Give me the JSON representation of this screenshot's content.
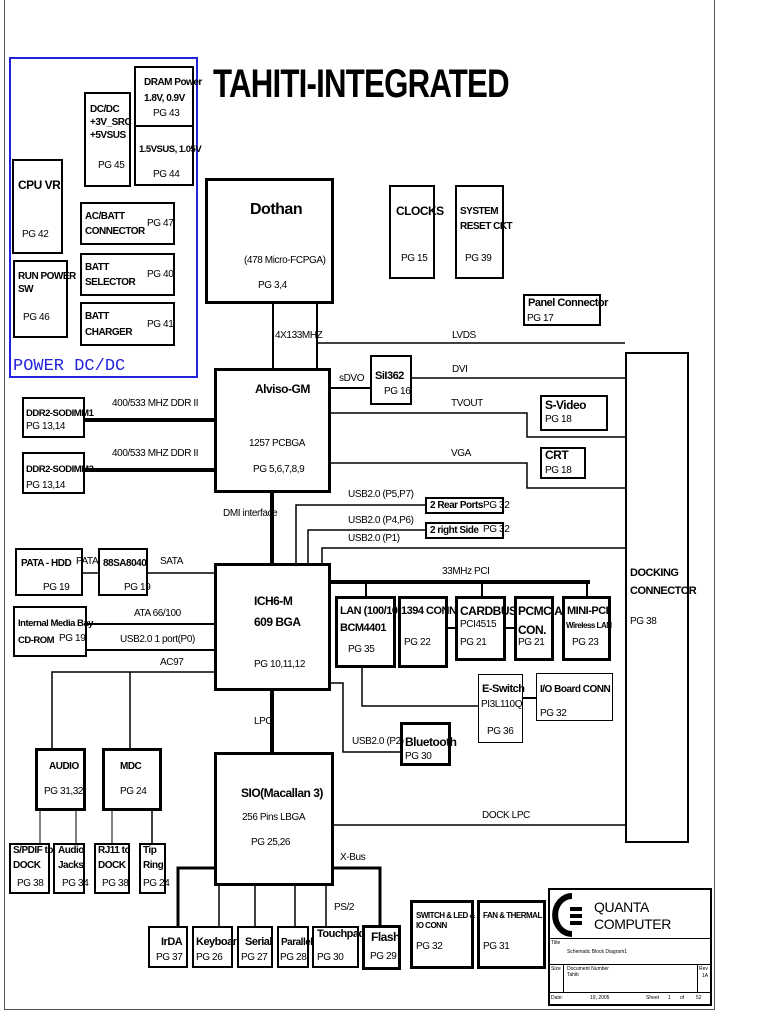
{
  "title": "TAHITI-INTEGRATED",
  "power": {
    "label": "POWER DC/DC",
    "dram": [
      "DRAM Power",
      "1.8V, 0.9V",
      "PG 43"
    ],
    "vsus": [
      "1.5VSUS, 1.05V",
      "PG 44"
    ],
    "dcdc": [
      "DC/DC",
      "+3V_SRC",
      "+5VSUS",
      "PG 45"
    ],
    "cpuvr": [
      "CPU VR",
      "PG 42"
    ],
    "runpower": [
      "RUN POWER",
      "SW",
      "PG 46"
    ],
    "acbatt": [
      "AC/BATT",
      "CONNECTOR",
      "PG 47"
    ],
    "battsel": [
      "BATT",
      "SELECTOR",
      "PG 40"
    ],
    "battchg": [
      "BATT",
      "CHARGER",
      "PG 41"
    ]
  },
  "dothan": [
    "Dothan",
    "(478 Micro-FCPGA)",
    "PG 3,4"
  ],
  "clocks": [
    "CLOCKS",
    "PG 15"
  ],
  "reset": [
    "SYSTEM",
    "RESET CKT",
    "PG 39"
  ],
  "panel": [
    "Panel Connector",
    "PG 17"
  ],
  "alviso": [
    "Alviso-GM",
    "1257 PCBGA",
    "PG 5,6,7,8,9"
  ],
  "sii": [
    "SiI362",
    "PG 16"
  ],
  "svideo": [
    "S-Video",
    "PG 18"
  ],
  "crt": [
    "CRT",
    "PG 18"
  ],
  "ddr1": [
    "DDR2-SODIMM1",
    "PG 13,14"
  ],
  "ddr2": [
    "DDR2-SODIMM2",
    "PG 13,14"
  ],
  "rear": [
    "2 Rear Ports",
    "PG 32"
  ],
  "side": [
    "2 right Side",
    "PG 32"
  ],
  "ich": [
    "ICH6-M",
    "609 BGA",
    "PG 10,11,12"
  ],
  "lan": [
    "LAN (100/10)",
    "BCM4401",
    "PG 35"
  ],
  "c1394": [
    "1394 CONN",
    "PG 22"
  ],
  "cardbus": [
    "CARDBUS",
    "PCI4515",
    "PG 21"
  ],
  "pcmcia": [
    "PCMCIA",
    "CON.",
    "PG 21"
  ],
  "minipci": [
    "MINI-PCI",
    "Wireless LAN",
    "PG 23"
  ],
  "eswitch": [
    "E-Switch",
    "PI3L110Q",
    "PG 36"
  ],
  "ioboard": [
    "I/O Board CONN",
    "PG 32"
  ],
  "bluetooth": [
    "Bluetooth",
    "PG 30"
  ],
  "docking": [
    "DOCKING",
    "CONNECTOR",
    "PG 38"
  ],
  "pata": [
    "PATA - HDD",
    "PG 19"
  ],
  "sata": [
    "88SA8040",
    "PG 19"
  ],
  "media": [
    "Internal Media Bay",
    "CD-ROM",
    "PG 19"
  ],
  "audio": [
    "AUDIO",
    "PG 31,32"
  ],
  "mdc": [
    "MDC",
    "PG 24"
  ],
  "spdif": [
    "S/PDIF to",
    "DOCK",
    "PG 38"
  ],
  "jacks": [
    "Audio",
    "Jacks",
    "PG 34"
  ],
  "rj11": [
    "RJ11 to",
    "DOCK",
    "PG 38"
  ],
  "tip": [
    "Tip",
    "Ring",
    "PG 24"
  ],
  "sio": [
    "SIO(Macallan 3)",
    "256 Pins LBGA",
    "PG 25,26"
  ],
  "irda": [
    "IrDA",
    "PG 37"
  ],
  "keyboard": [
    "Keyboard",
    "PG 26"
  ],
  "serial": [
    "Serial",
    "PG 27"
  ],
  "parallel": [
    "Parallel",
    "PG 28"
  ],
  "touchpad": [
    "Touchpad",
    "PG 30"
  ],
  "flash": [
    "Flash",
    "PG 29"
  ],
  "switchled": [
    "SWITCH & LED &",
    "IO CONN",
    "PG 32"
  ],
  "fan": [
    "FAN & THERMAL",
    "PG 31"
  ],
  "labels": {
    "fsb": "4X133MHZ",
    "lvds": "LVDS",
    "sdvo": "sDVO",
    "dvi": "DVI",
    "tvout": "TVOUT",
    "vga": "VGA",
    "ddr1": "400/533 MHZ DDR II",
    "ddr2": "400/533 MHZ DDR II",
    "dmi": "DMI interface",
    "usb57": "USB2.0 (P5,P7)",
    "usb46": "USB2.0 (P4,P6)",
    "usb1": "USB2.0 (P1)",
    "pci": "33MHz PCI",
    "pata": "PATA",
    "sata": "SATA",
    "ata": "ATA 66/100",
    "usb0": "USB2.0  1 port(P0)",
    "ac97": "AC97",
    "lpc": "LPC",
    "usb2": "USB2.0 (P2)",
    "docklpc": "DOCK LPC",
    "xbus": "X-Bus",
    "ps2": "PS/2"
  },
  "titleblock": {
    "company": [
      "QUANTA",
      "COMPUTER"
    ],
    "title_label": "Title",
    "title": "Schematic Block Diagram1",
    "size_label": "Size",
    "docnum_label": "Document Number",
    "docnum": "Tahiti",
    "rev_label": "Rev",
    "rev": "1A",
    "date_label": "Date:",
    "date": "19, 2005",
    "sheet_label": "Sheet",
    "sheet": "1",
    "of_label": "of",
    "of": "52"
  }
}
